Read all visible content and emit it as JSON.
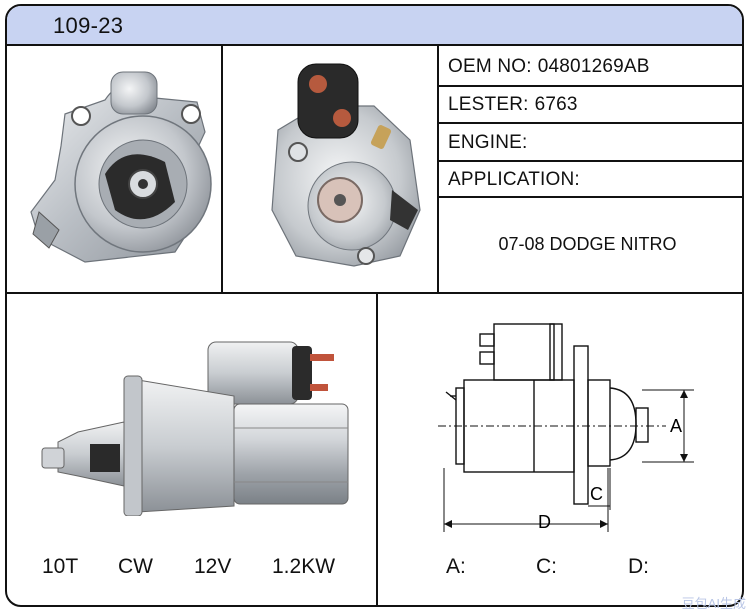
{
  "header": {
    "title": "109-23"
  },
  "specs": {
    "oem_label": "OEM NO:",
    "oem_value": "04801269AB",
    "lester_label": "LESTER:",
    "lester_value": "6763",
    "engine_label": "ENGINE:",
    "application_label": "APPLICATION:",
    "application_value": "07-08 DODGE NITRO"
  },
  "ratings": {
    "teeth": "10T",
    "rotation": "CW",
    "voltage": "12V",
    "power": "1.2KW"
  },
  "dimensions": {
    "a_label": "A:",
    "c_label": "C:",
    "d_label": "D:",
    "diagram_a": "A",
    "diagram_c": "C",
    "diagram_d": "D"
  },
  "watermark": "豆包AI生成"
}
